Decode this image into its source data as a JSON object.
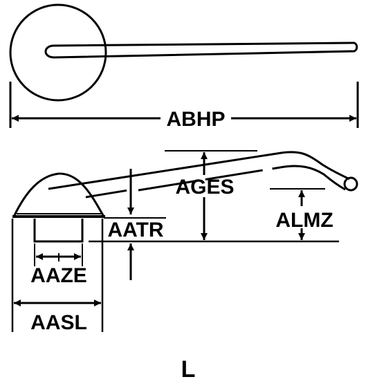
{
  "dimensions": {
    "top_length": "ABHP",
    "overall_height": "AGES",
    "tip_height": "ALMZ",
    "handle_rise": "AATR",
    "stem_width": "AAZE",
    "head_width": "AASL"
  },
  "view_letter": "L",
  "colors": {
    "ink": "#000000",
    "paper": "#ffffff"
  }
}
